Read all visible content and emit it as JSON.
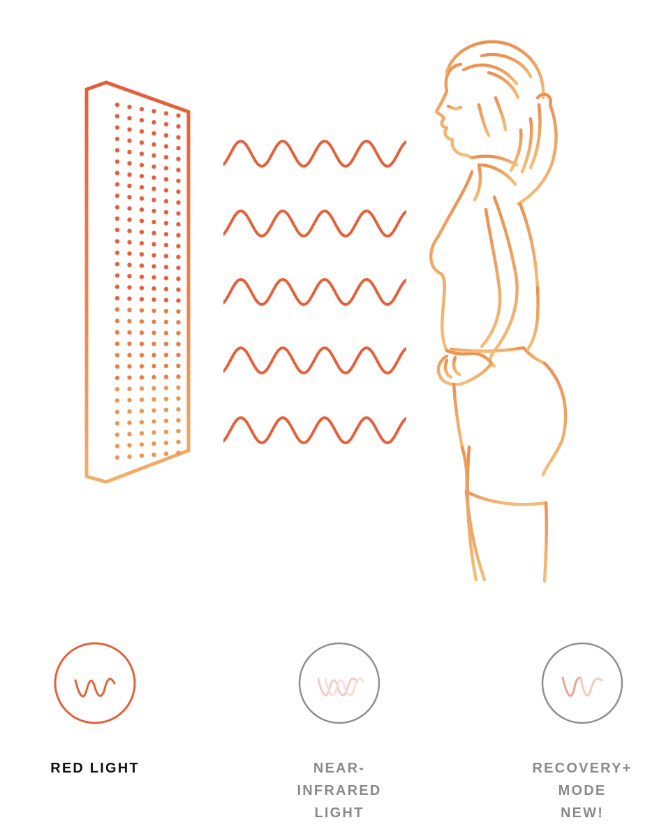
{
  "colors": {
    "red": "#e5603a",
    "orange": "#ee9650",
    "peach": "#f0b876",
    "inactive_ring": "#8f8f8f",
    "inactive_wave": "#f4c9c0",
    "inactive_wave_strong": "#e9a58f",
    "active_label": "#111111",
    "inactive_label": "#8a8a8a"
  },
  "illustration": {
    "panel_icon": "led-panel-icon",
    "waves_icon": "light-waves-icon",
    "figure_icon": "woman-figure-icon"
  },
  "modes": [
    {
      "id": "red-light",
      "label": "RED LIGHT",
      "icon": "single-wave-icon",
      "active": true
    },
    {
      "id": "near-infrared",
      "label": "NEAR-\nINFRARED\nLIGHT",
      "icon": "double-wave-icon",
      "active": false
    },
    {
      "id": "recovery-plus",
      "label": "RECOVERY+\nMODE\nNEW!",
      "icon": "dual-wave-icon",
      "active": false
    }
  ]
}
